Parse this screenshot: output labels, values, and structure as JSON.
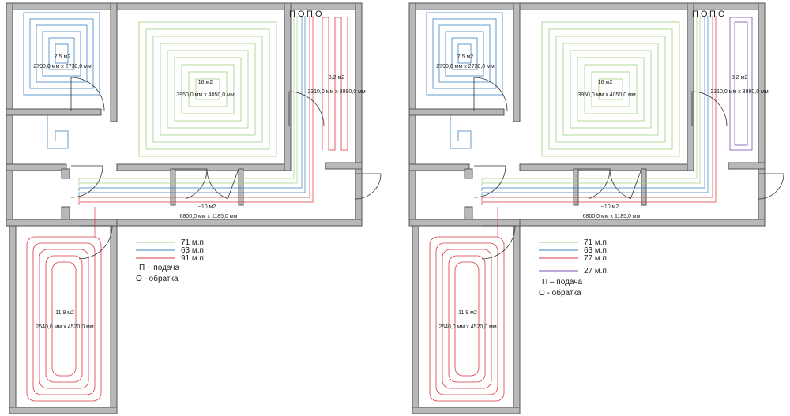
{
  "colors": {
    "green": "#9bd27f",
    "blue": "#3b7fc4",
    "red": "#d9363e",
    "purple": "#7a4fb3"
  },
  "manifold": [
    "П",
    "О",
    "П",
    "О"
  ],
  "plans": [
    {
      "id": "left",
      "rooms": {
        "bedroom": {
          "area": "7,5 м2",
          "dims": "2790,0 мм x 2730,0 мм"
        },
        "living": {
          "area": "16 м2",
          "dims": "3950,0 мм x 4050,0 мм"
        },
        "kitchen": {
          "area": "8,2 м2",
          "dims": "2310,0 мм x 3890,0 мм"
        },
        "hall": {
          "area": "~10 м2",
          "dims": "6800,0 мм x 1185,0 мм"
        },
        "big": {
          "area": "11,9 м2",
          "dims": "2640,0 мм x 4520,0 мм"
        }
      },
      "legend": [
        {
          "color": "green",
          "text": "71 м.п."
        },
        {
          "color": "blue",
          "text": "63 м.п."
        },
        {
          "color": "red",
          "text": "91 м.п."
        }
      ],
      "notes": [
        "П – подача",
        "О - обратка"
      ]
    },
    {
      "id": "right",
      "rooms": {
        "bedroom": {
          "area": "7,5 м2",
          "dims": "2790,0 мм x 2730,0 мм"
        },
        "living": {
          "area": "16 м2",
          "dims": "3950,0 мм x 4050,0 мм"
        },
        "kitchen": {
          "area": "8,2 м2",
          "dims": "2310,0 мм x 3890,0 мм"
        },
        "hall": {
          "area": "~10 м2",
          "dims": "6800,0 мм x 1185,0 мм"
        },
        "big": {
          "area": "11,9 м2",
          "dims": "2640,0 мм x 4520,0 мм"
        }
      },
      "legend": [
        {
          "color": "green",
          "text": "71 м.п."
        },
        {
          "color": "blue",
          "text": "63 м.п."
        },
        {
          "color": "red",
          "text": "77 м.п."
        },
        {
          "color": "purple",
          "text": "27 м.п."
        }
      ],
      "notes": [
        "П – подача",
        "О - обратка"
      ]
    }
  ]
}
